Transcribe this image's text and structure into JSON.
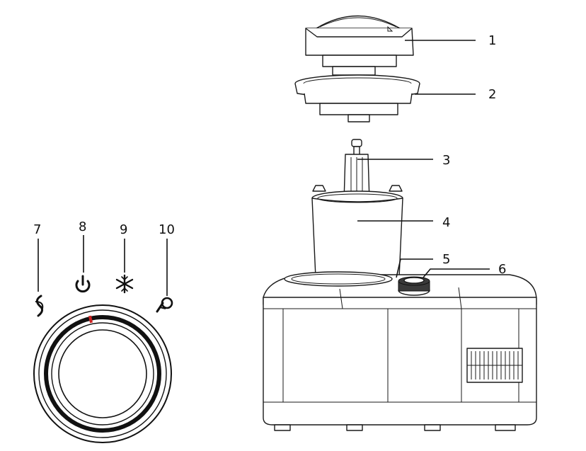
{
  "callouts": {
    "c1": "1",
    "c2": "2",
    "c3": "3",
    "c4": "4",
    "c5": "5",
    "c6": "6",
    "c7": "7",
    "c8": "8",
    "c9": "9",
    "c10": "10"
  },
  "icons": {
    "i7": "swirl-icon",
    "i8": "power-icon",
    "i9": "snowflake-icon",
    "i10": "ice-cream-cone-icon"
  },
  "colors": {
    "line": "#111111",
    "indicator": "#cc2222",
    "shade": "#d9d9d9"
  }
}
